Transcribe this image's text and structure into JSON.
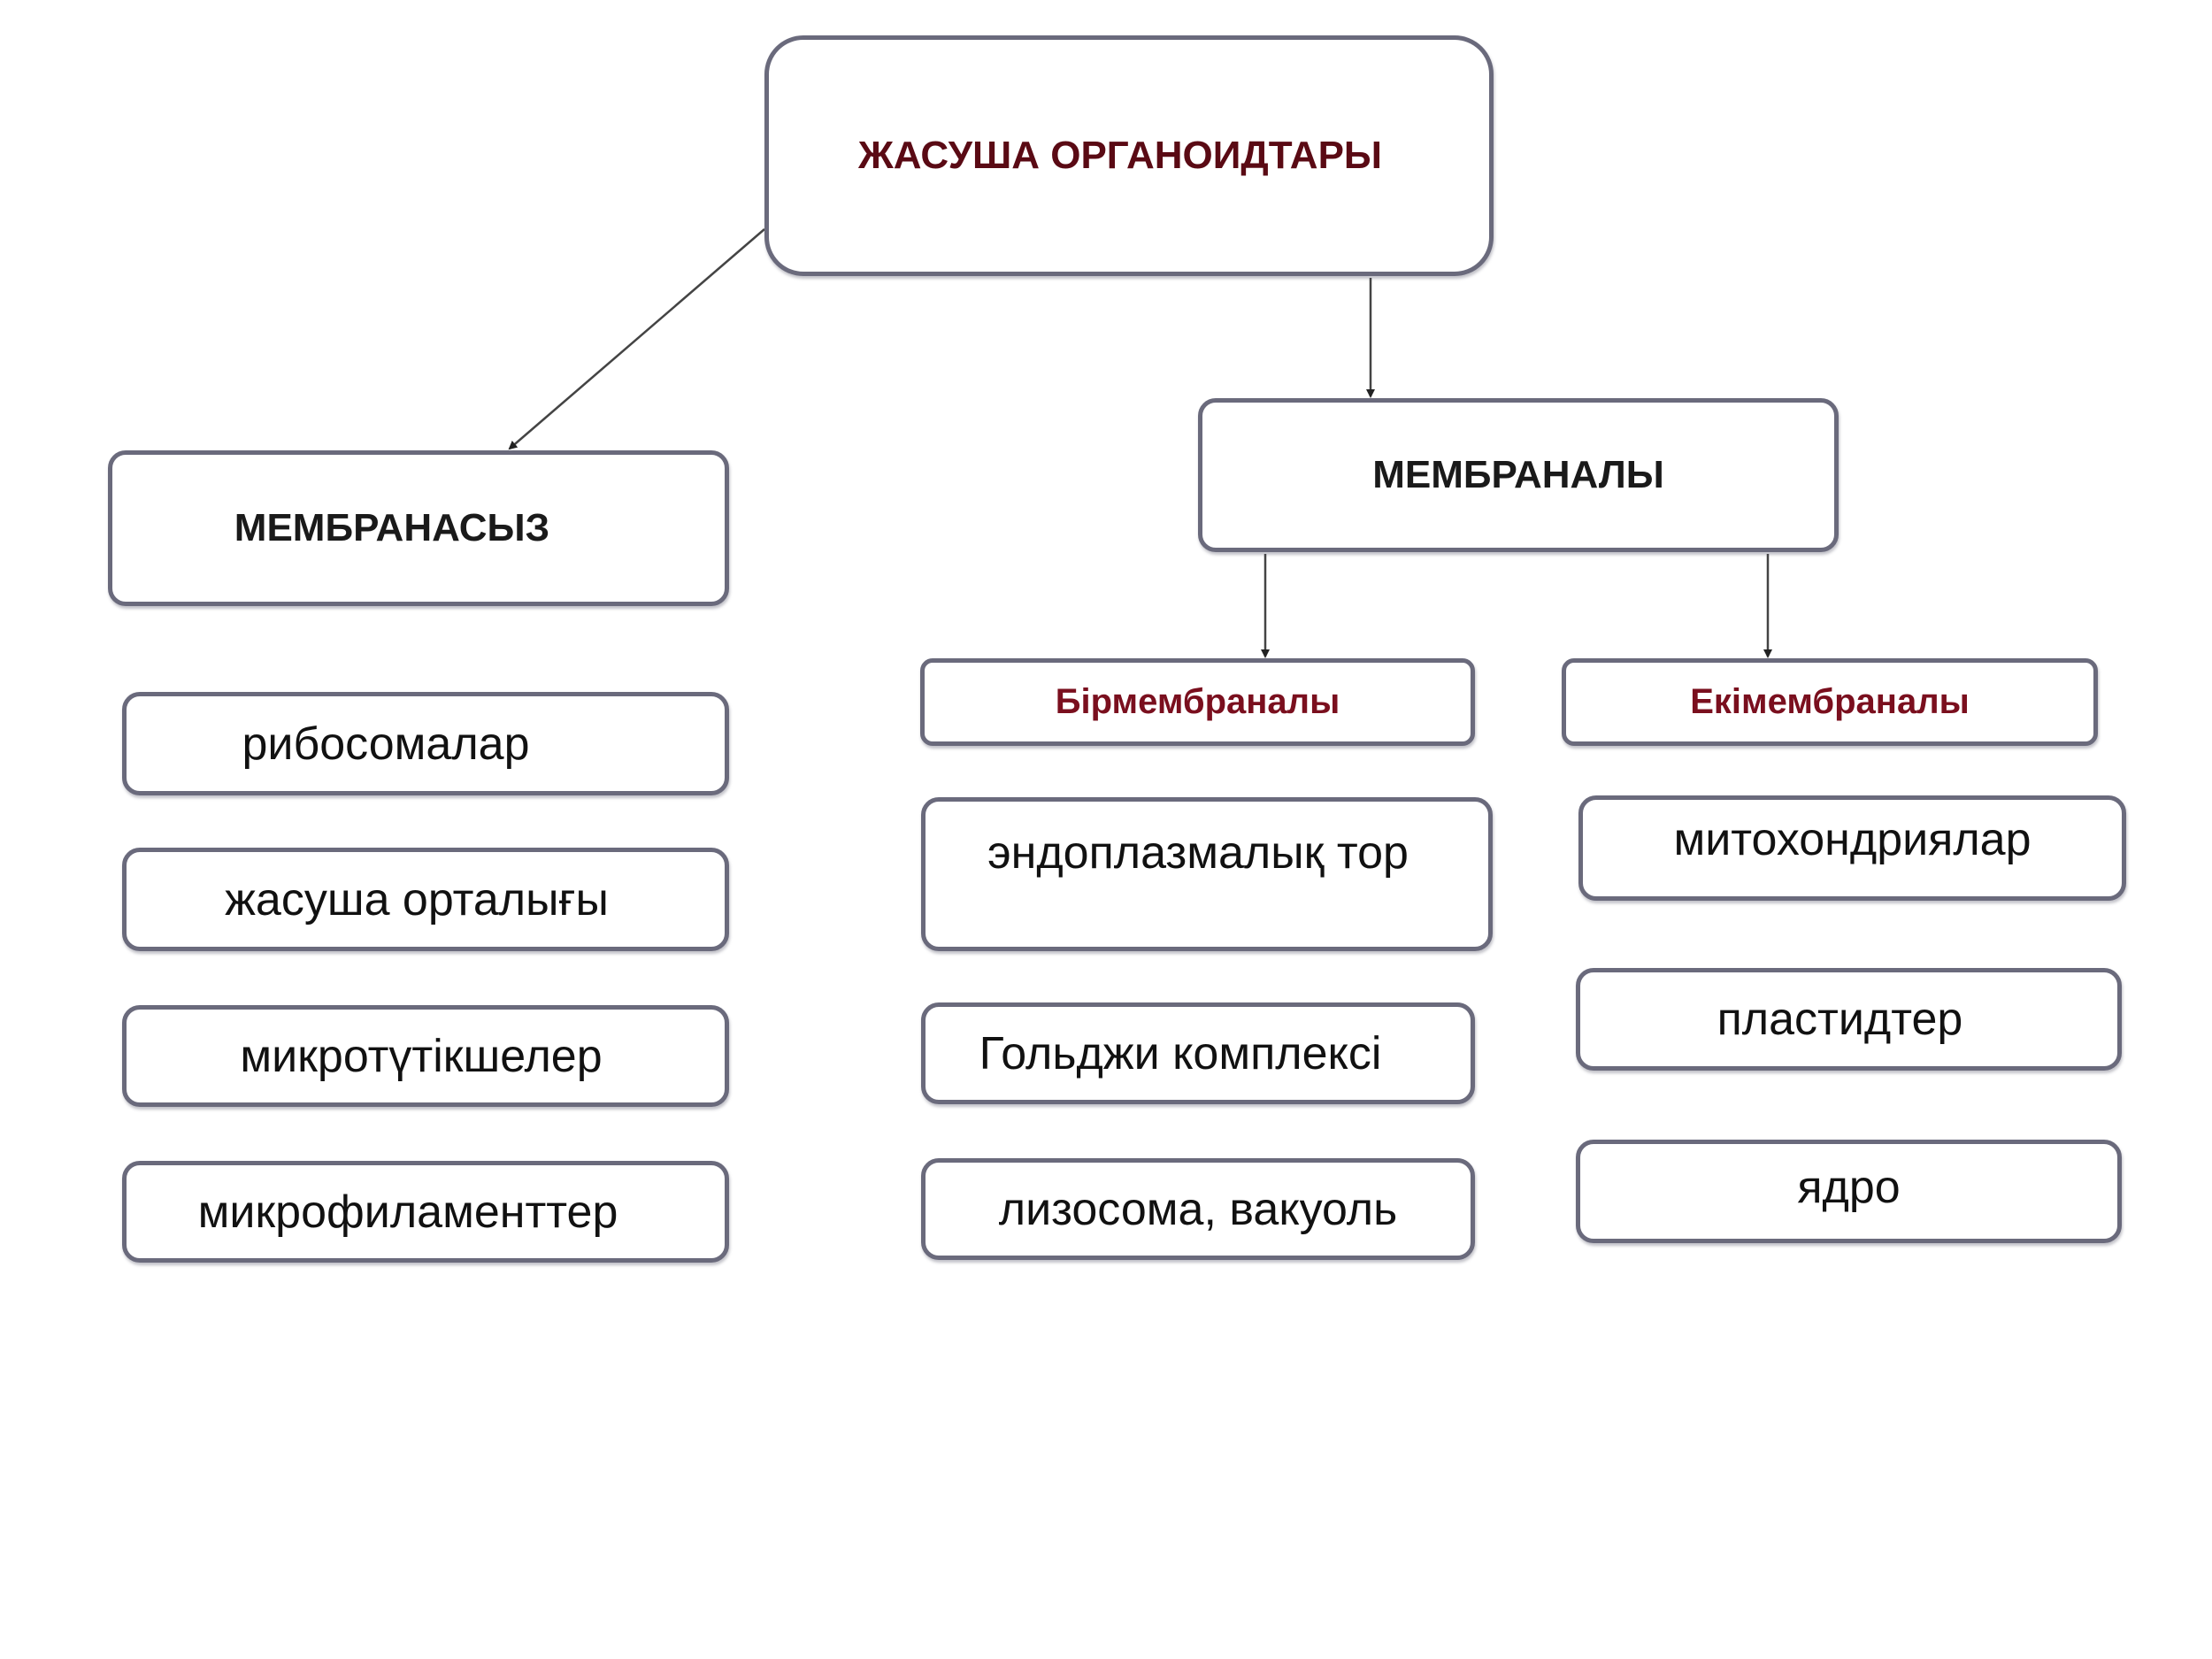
{
  "root": {
    "label": "ЖАСУША ОРГАНОИДТАРЫ"
  },
  "membraneless": {
    "label": "МЕМБРАНАСЫЗ",
    "items": [
      "рибосомалар",
      "жасуша орталығы",
      "микротүтікшелер",
      "микрофиламенттер"
    ]
  },
  "membranous": {
    "label": "МЕМБРАНАЛЫ",
    "single": {
      "label": "Бірмембраналы",
      "items": [
        "эндоплазмалық тор",
        "Гольджи комплексі",
        "лизосома, вакуоль"
      ]
    },
    "double": {
      "label": "Екімембраналы",
      "items": [
        "митохондриялар",
        "пластидтер",
        "ядро"
      ]
    }
  },
  "colors": {
    "border": "#6a6a7c",
    "accent": "#7a0f1e",
    "line": "#333333"
  }
}
